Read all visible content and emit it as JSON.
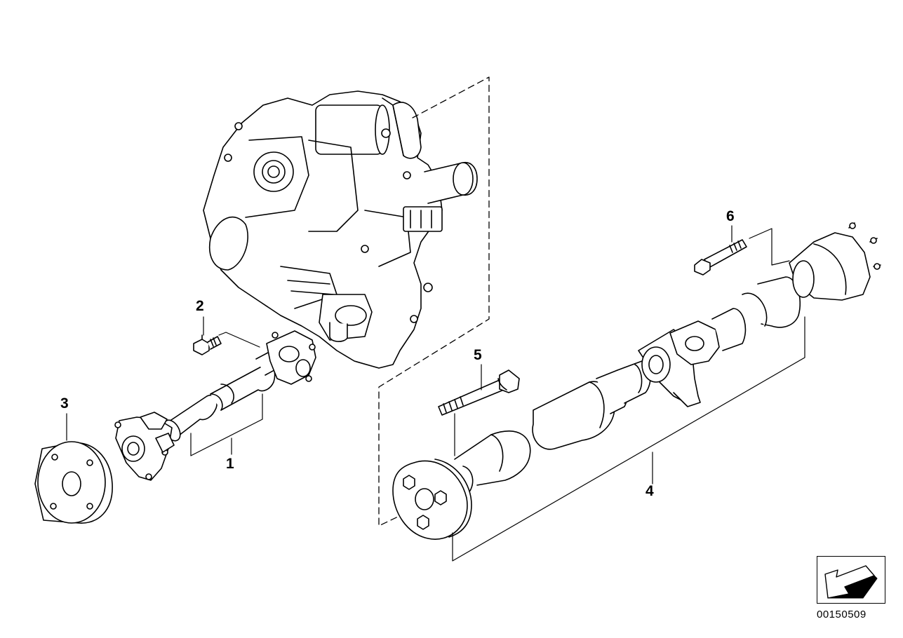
{
  "callouts": {
    "c1": "1",
    "c2": "2",
    "c3": "3",
    "c4": "4",
    "c5": "5",
    "c6": "6"
  },
  "reference_code": "00150509",
  "icons": {
    "navigation": "arrow-icon"
  },
  "colors": {
    "line": "#000000",
    "background": "#ffffff"
  }
}
